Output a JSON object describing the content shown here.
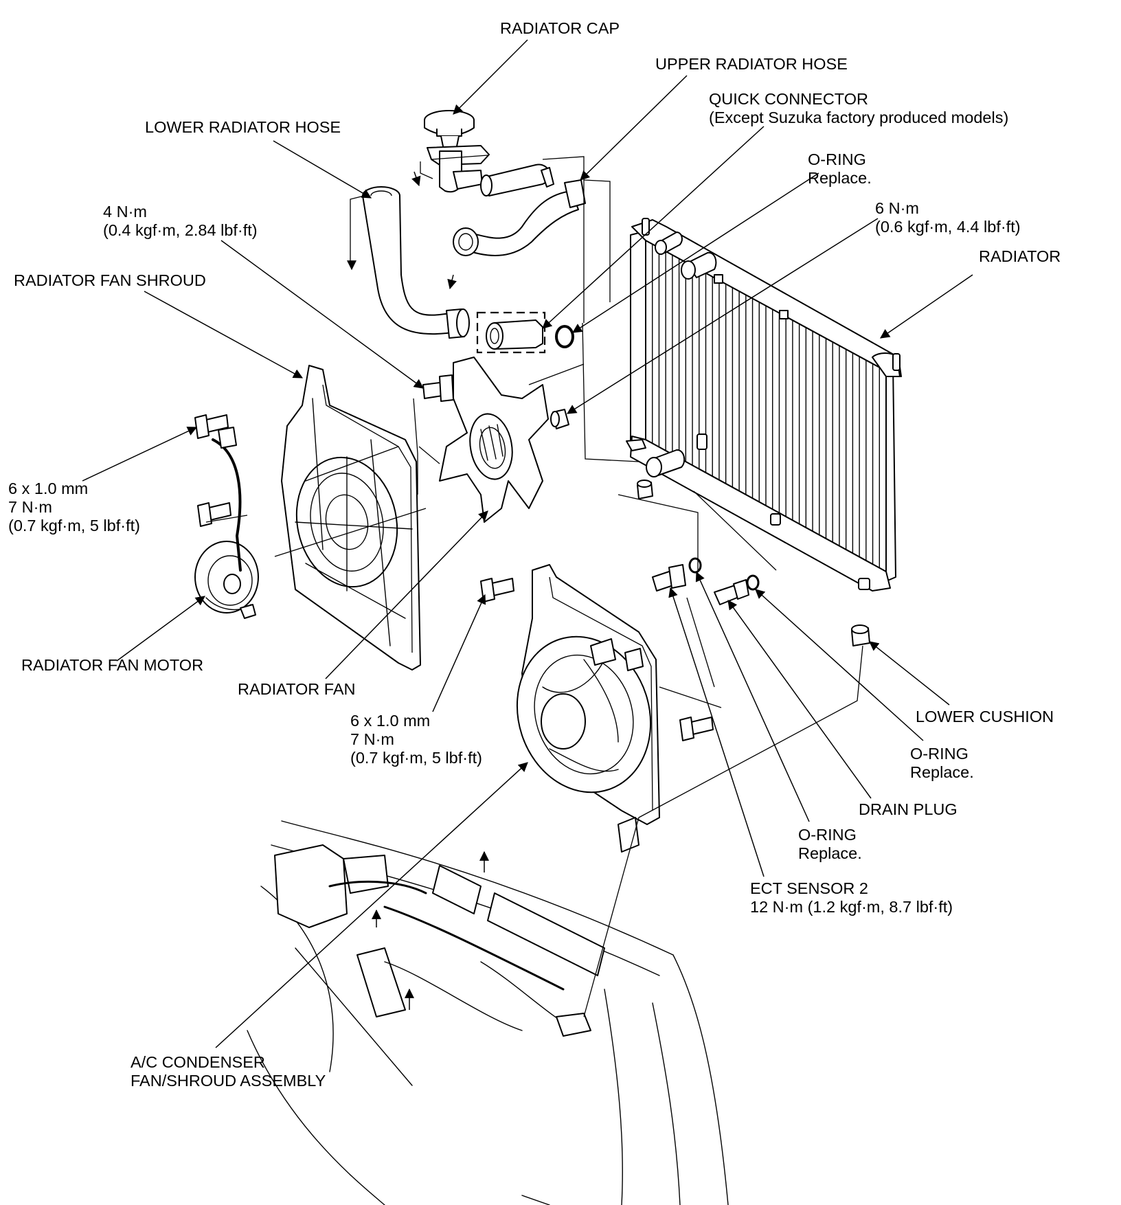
{
  "labels": {
    "radiator_cap": [
      "RADIATOR CAP"
    ],
    "upper_radiator_hose": [
      "UPPER RADIATOR HOSE"
    ],
    "quick_connector": [
      "QUICK CONNECTOR",
      "(Except Suzuka factory produced models)"
    ],
    "lower_radiator_hose": [
      "LOWER RADIATOR HOSE"
    ],
    "o_ring_top": [
      "O-RING",
      "Replace."
    ],
    "torque_4nm": [
      "4 N·m",
      "(0.4 kgf·m, 2.84 lbf·ft)"
    ],
    "torque_6nm": [
      "6 N·m",
      "(0.6 kgf·m, 4.4 lbf·ft)"
    ],
    "radiator": [
      "RADIATOR"
    ],
    "radiator_fan_shroud": [
      "RADIATOR FAN SHROUD"
    ],
    "bolt_spec_left": [
      "6 x 1.0 mm",
      "7 N·m",
      "(0.7 kgf·m, 5 lbf·ft)"
    ],
    "radiator_fan_motor": [
      "RADIATOR FAN MOTOR"
    ],
    "radiator_fan": [
      "RADIATOR FAN"
    ],
    "bolt_spec_center": [
      "6 x 1.0 mm",
      "7 N·m",
      "(0.7 kgf·m, 5 lbf·ft)"
    ],
    "lower_cushion": [
      "LOWER CUSHION"
    ],
    "o_ring_right": [
      "O-RING",
      "Replace."
    ],
    "drain_plug": [
      "DRAIN PLUG"
    ],
    "o_ring_bottom": [
      "O-RING",
      "Replace."
    ],
    "ect_sensor_2": [
      "ECT SENSOR 2",
      "12 N·m (1.2 kgf·m, 8.7 lbf·ft)"
    ],
    "ac_condenser": [
      "A/C CONDENSER",
      "FAN/SHROUD ASSEMBLY"
    ]
  },
  "colors": {
    "ink": "#000000",
    "paper": "#ffffff"
  }
}
